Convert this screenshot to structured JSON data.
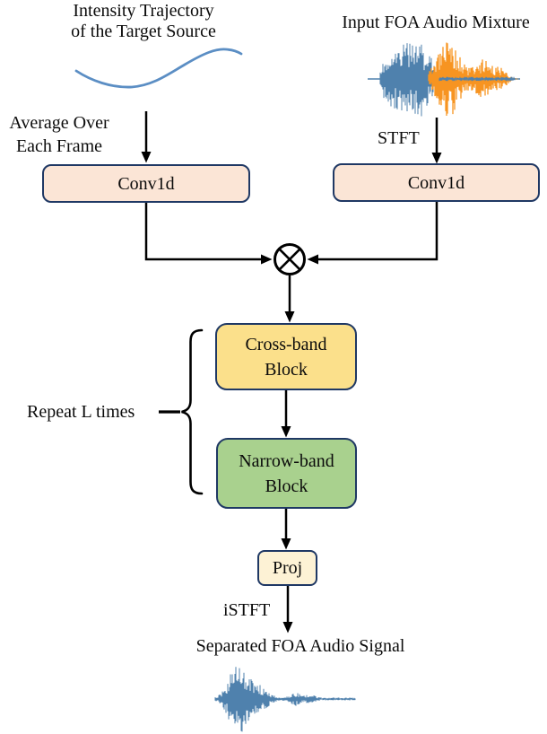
{
  "figure": {
    "left_branch": {
      "title": [
        "Intensity Trajectory",
        "of the Target Source"
      ],
      "edge_label": [
        "Average Over",
        "Each Frame"
      ],
      "conv": "Conv1d"
    },
    "right_branch": {
      "title": "Input FOA Audio Mixture",
      "edge_label": "STFT",
      "conv": "Conv1d"
    },
    "operator": "⊗",
    "repeat_label": "Repeat L times",
    "cross_band_block": [
      "Cross-band",
      "Block"
    ],
    "narrow_band_block": [
      "Narrow-band",
      "Block"
    ],
    "proj": "Proj",
    "istft_label": "iSTFT",
    "output_title": "Separated FOA Audio Signal"
  },
  "colors": {
    "border": "#1f3864",
    "conv_fill": "#fbe5d6",
    "cross_band_fill": "#fbe08b",
    "narrow_band_fill": "#a9d18e",
    "proj_fill": "#fdf2d5",
    "wave_blue": "#4f81ad",
    "wave_orange": "#f79421",
    "curve_blue": "#5b8ec4"
  }
}
